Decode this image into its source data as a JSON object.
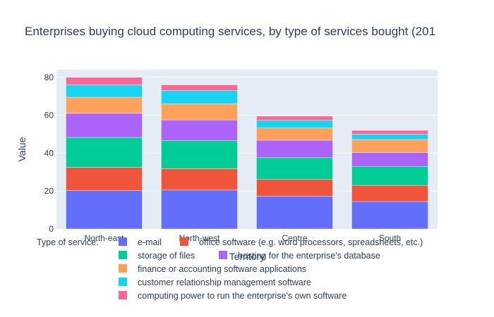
{
  "chart_data": {
    "type": "bar",
    "stacked": true,
    "title": "Enterprises buying cloud computing services, by type of services bought (201",
    "xlabel": "Territory",
    "ylabel": "Value",
    "ylim": [
      0,
      84
    ],
    "yticks": [
      0,
      20,
      40,
      60,
      80
    ],
    "grid": true,
    "legend_title": "Type of service:",
    "legend_position": "bottom",
    "categories": [
      "North-east",
      "North-west",
      "Centre",
      "South"
    ],
    "series": [
      {
        "name": "e-mail",
        "color": "#636efa",
        "values": [
          20.2,
          20.5,
          17.3,
          14.5
        ]
      },
      {
        "name": "office software (e.g. word processors, spreadsheets, etc.)",
        "color": "#ef553b",
        "values": [
          12.3,
          11.3,
          8.8,
          8.5
        ]
      },
      {
        "name": "storage of files",
        "color": "#00cc96",
        "values": [
          15.8,
          14.8,
          11.5,
          10.0
        ]
      },
      {
        "name": "hosting for the enterprise's database",
        "color": "#ab63fa",
        "values": [
          12.7,
          10.9,
          9.2,
          7.3
        ]
      },
      {
        "name": "finance or accounting software applications",
        "color": "#ffa15a",
        "values": [
          8.5,
          8.5,
          6.5,
          6.9
        ]
      },
      {
        "name": "customer relationship management software",
        "color": "#19d3f3",
        "values": [
          6.5,
          7.0,
          4.0,
          2.8
        ]
      },
      {
        "name": "computing power to run the enterprise's own software",
        "color": "#ff6692",
        "values": [
          4.0,
          3.0,
          2.2,
          2.0
        ]
      }
    ]
  }
}
